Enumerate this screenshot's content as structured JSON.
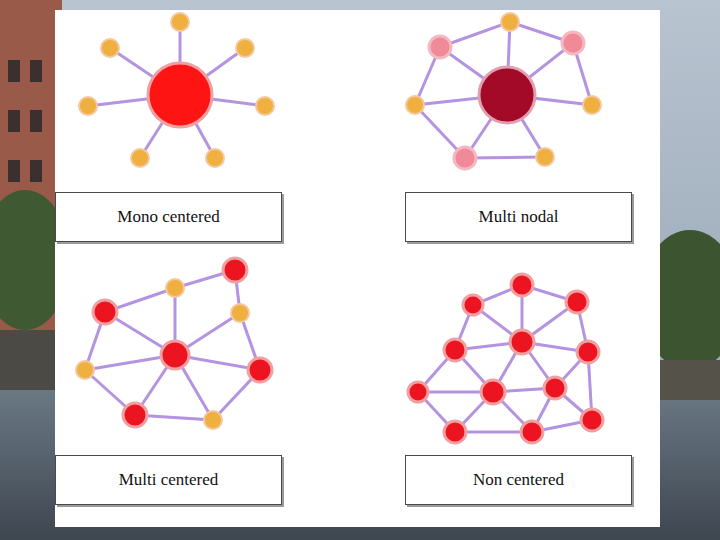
{
  "diagram": {
    "nodes": [
      {
        "text": [
          "Mono centered"
        ]
      },
      {
        "text": [
          "Multi nodal"
        ]
      },
      {
        "text": [
          "Multi centered"
        ]
      },
      {
        "text": [
          "Non centered"
        ]
      }
    ]
  }
}
